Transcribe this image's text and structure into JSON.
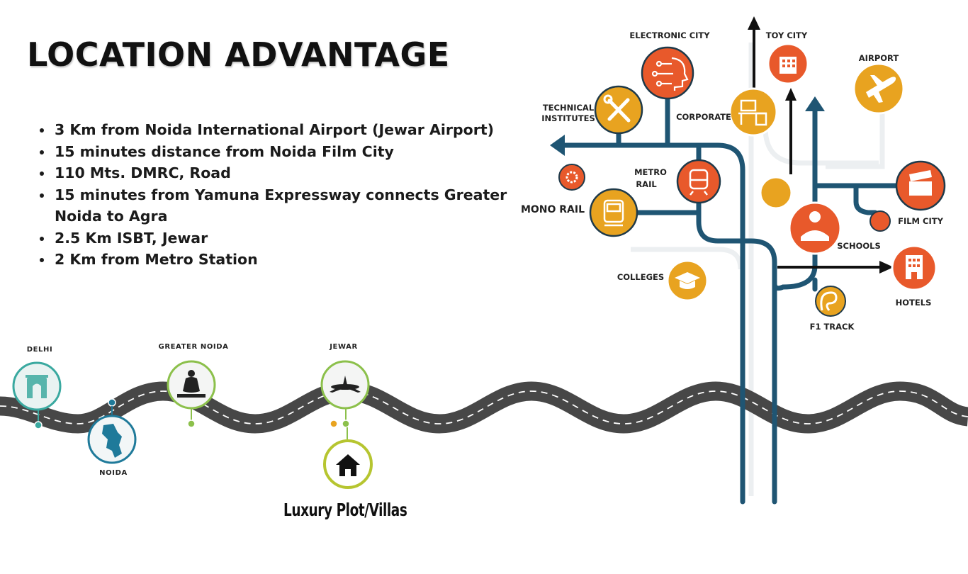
{
  "title": "LOCATION ADVANTAGE",
  "bullets": [
    "3 Km from Noida International Airport (Jewar Airport)",
    "15 minutes distance from Noida Film City",
    "110 Mts. DMRC, Road",
    "15 minutes from Yamuna Expressway connects Greater Noida to Agra",
    "2.5 Km ISBT, Jewar",
    "2 Km from Metro Station"
  ],
  "route": {
    "stops": {
      "delhi": "DELHI",
      "noida": "NOIDA",
      "greater_noida": "GREATER NOIDA",
      "jewar": "JEWAR"
    },
    "destination": "Luxury Plot/Villas"
  },
  "tree": {
    "electronic_city": "ELECTRONIC CITY",
    "toy_city": "TOY CITY",
    "airport": "AIRPORT",
    "technical_institutes_1": "TECHNICAL",
    "technical_institutes_2": "INSTITUTES",
    "corporate": "CORPORATE",
    "metro_rail_1": "METRO",
    "metro_rail_2": "RAIL",
    "mono_rail": "MONO RAIL",
    "film_city": "FILM CITY",
    "schools": "SCHOOLS",
    "colleges": "COLLEGES",
    "hotels": "HOTELS",
    "f1_track": "F1 TRACK"
  },
  "colors": {
    "orange_red": "#e8592b",
    "amber": "#e8a320",
    "navy": "#1f5573",
    "road": "#4a4a4a",
    "green": "#8cc04b"
  },
  "icons": [
    "india-gate-icon",
    "noida-map-icon",
    "buddha-icon",
    "airplane-icon",
    "home-icon",
    "circuit-head-icon",
    "building-icon",
    "airplane-icon",
    "tools-icon",
    "desk-icon",
    "gear-icon",
    "train-icon",
    "film-clapper-icon",
    "student-icon",
    "graduation-cap-icon",
    "hotel-icon",
    "track-icon"
  ]
}
